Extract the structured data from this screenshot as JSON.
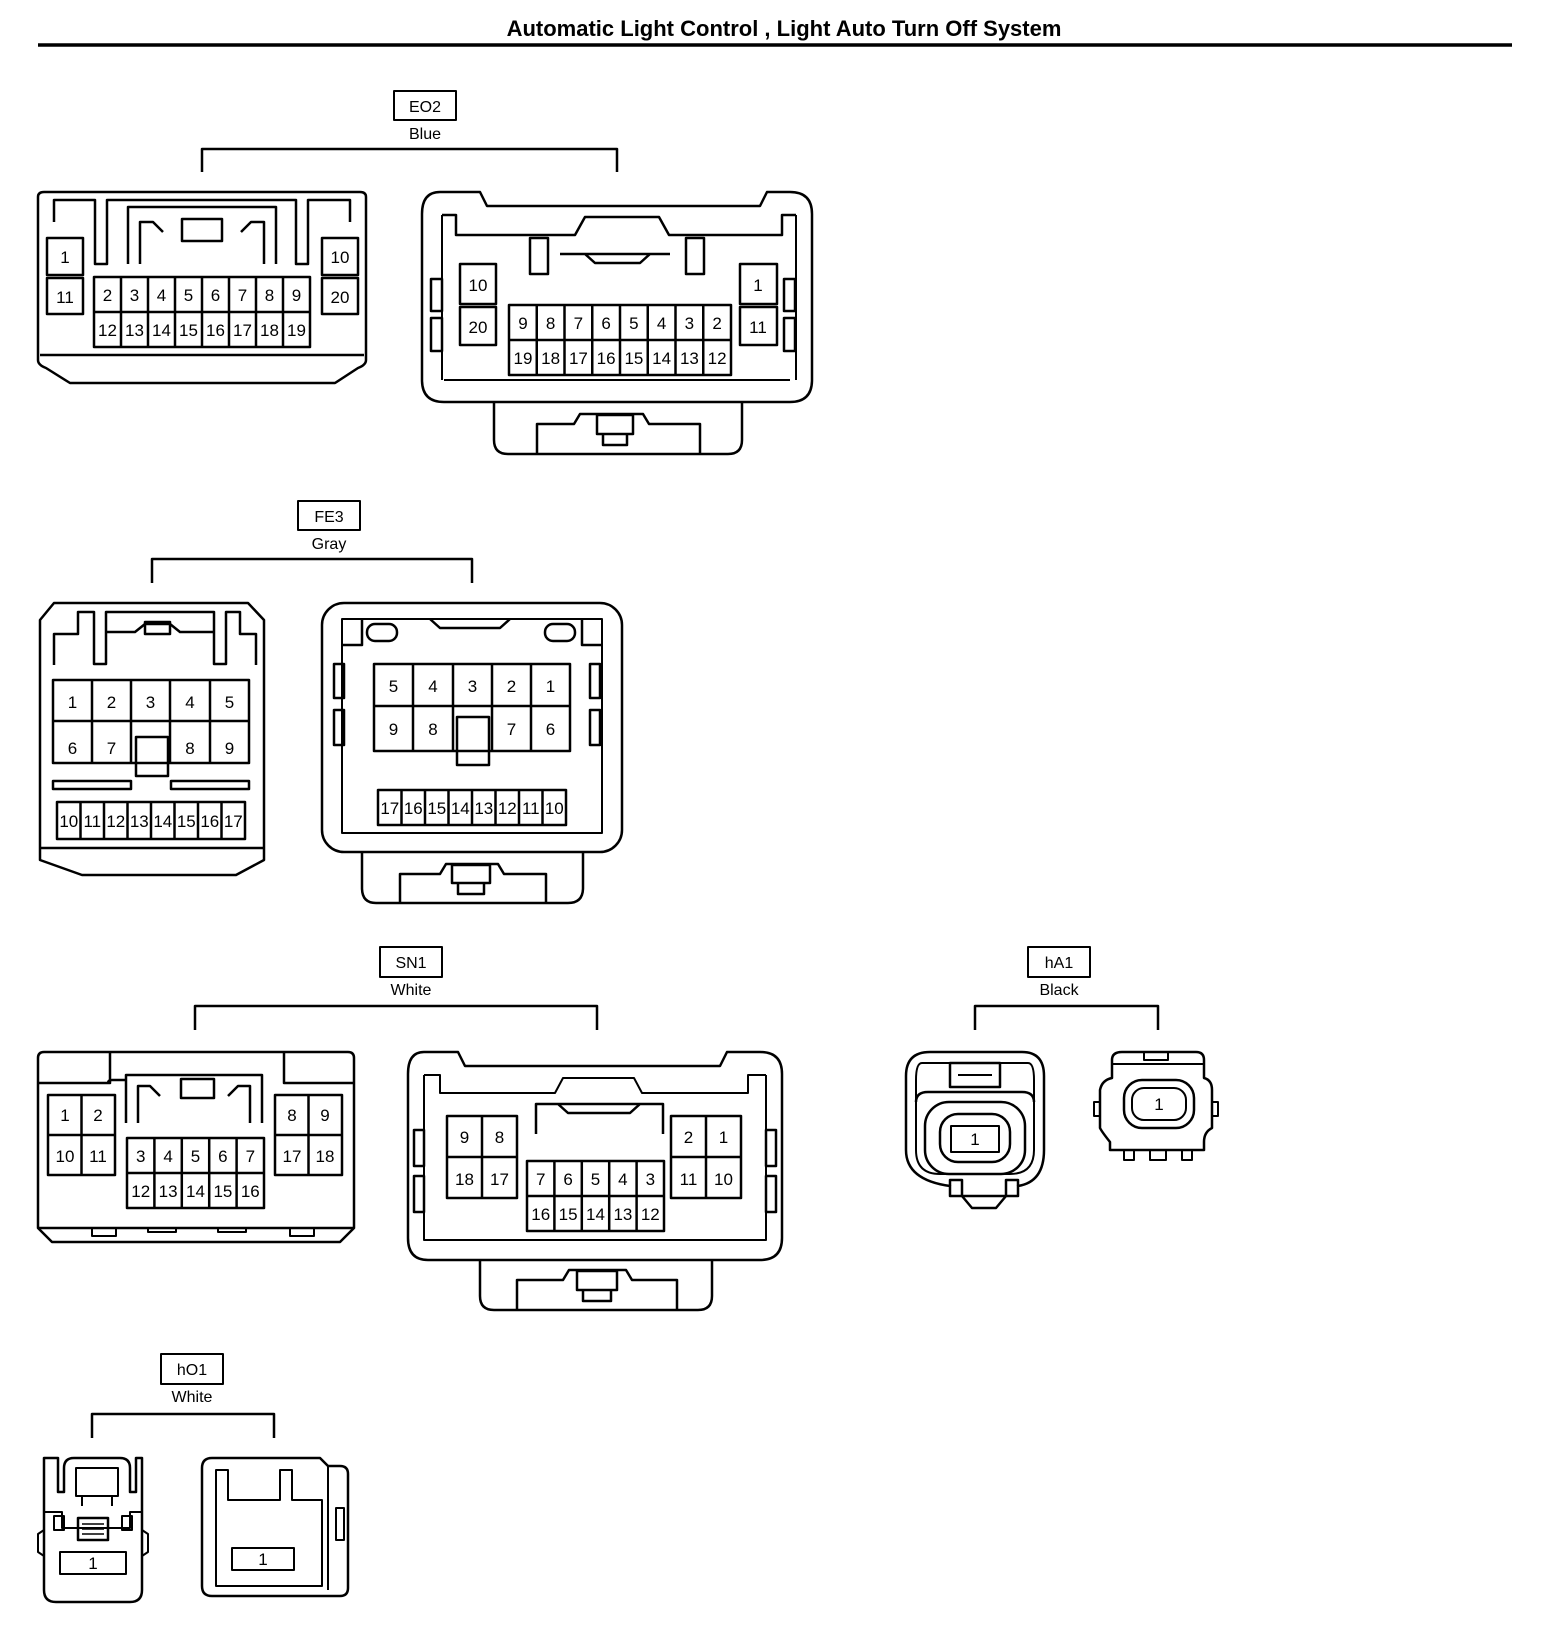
{
  "header": {
    "title": "Automatic Light Control , Light Auto Turn Off System"
  },
  "connectors": {
    "eo2": {
      "code": "EO2",
      "color": "Blue",
      "female": {
        "top_left": "1",
        "bottom_left": "11",
        "top_right": "10",
        "bottom_right": "20",
        "upper_row": [
          "2",
          "3",
          "4",
          "5",
          "6",
          "7",
          "8",
          "9"
        ],
        "lower_row": [
          "12",
          "13",
          "14",
          "15",
          "16",
          "17",
          "18",
          "19"
        ]
      },
      "male": {
        "top_left": "10",
        "bottom_left": "20",
        "top_right": "1",
        "bottom_right": "11",
        "upper_row": [
          "9",
          "8",
          "7",
          "6",
          "5",
          "4",
          "3",
          "2"
        ],
        "lower_row": [
          "19",
          "18",
          "17",
          "16",
          "15",
          "14",
          "13",
          "12"
        ]
      }
    },
    "fe3": {
      "code": "FE3",
      "color": "Gray",
      "female": {
        "row1": [
          "1",
          "2",
          "3",
          "4",
          "5"
        ],
        "row2_left": [
          "6",
          "7"
        ],
        "row2_right": [
          "8",
          "9"
        ],
        "bottom_row": [
          "10",
          "11",
          "12",
          "13",
          "14",
          "15",
          "16",
          "17"
        ]
      },
      "male": {
        "row1": [
          "5",
          "4",
          "3",
          "2",
          "1"
        ],
        "row2_left": [
          "9",
          "8"
        ],
        "row2_right": [
          "7",
          "6"
        ],
        "bottom_row": [
          "17",
          "16",
          "15",
          "14",
          "13",
          "12",
          "11",
          "10"
        ]
      }
    },
    "sn1": {
      "code": "SN1",
      "color": "White",
      "female": {
        "left_top": [
          "1",
          "2"
        ],
        "left_bottom": [
          "10",
          "11"
        ],
        "mid_top": [
          "3",
          "4",
          "5",
          "6",
          "7"
        ],
        "mid_bottom": [
          "12",
          "13",
          "14",
          "15",
          "16"
        ],
        "right_top": [
          "8",
          "9"
        ],
        "right_bottom": [
          "17",
          "18"
        ]
      },
      "male": {
        "left_top": [
          "9",
          "8"
        ],
        "left_bottom": [
          "18",
          "17"
        ],
        "mid_top": [
          "7",
          "6",
          "5",
          "4",
          "3"
        ],
        "mid_bottom": [
          "16",
          "15",
          "14",
          "13",
          "12"
        ],
        "right_top": [
          "2",
          "1"
        ],
        "right_bottom": [
          "11",
          "10"
        ]
      }
    },
    "ha1": {
      "code": "hA1",
      "color": "Black",
      "female_pin": "1",
      "male_pin": "1"
    },
    "ho1": {
      "code": "hO1",
      "color": "White",
      "female_pin": "1",
      "male_pin": "1"
    }
  }
}
